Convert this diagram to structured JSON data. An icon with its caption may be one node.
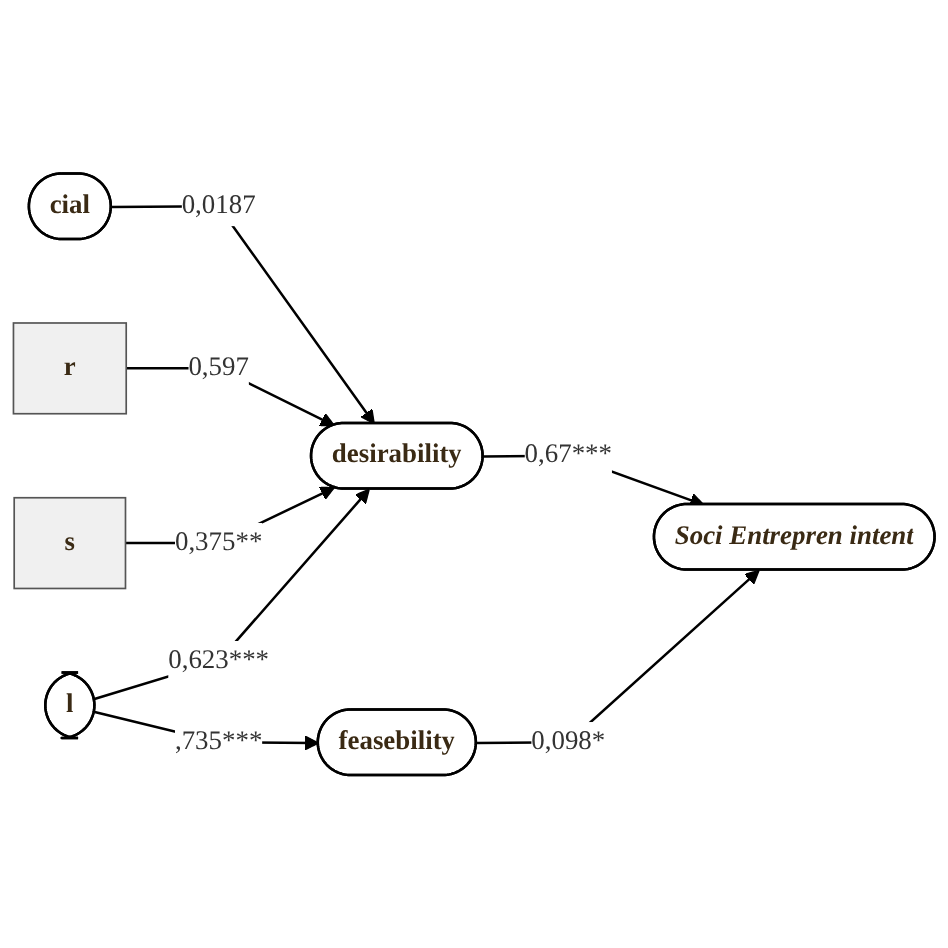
{
  "diagram": {
    "nodes": [
      {
        "text": [
          "cial"
        ]
      },
      {
        "text": [
          "r"
        ]
      },
      {
        "text": [
          "s"
        ]
      },
      {
        "text": [
          "l"
        ]
      },
      {
        "text": [
          "desirability"
        ]
      },
      {
        "text": [
          "feasebility"
        ]
      },
      {
        "text": [
          "Soci Entrepren intent"
        ]
      }
    ],
    "edges": [
      {
        "from": 0,
        "to": 4,
        "arrow": "to",
        "label": "0,0187"
      },
      {
        "from": 1,
        "to": 4,
        "arrow": "to",
        "label": "0,597"
      },
      {
        "from": 2,
        "to": 4,
        "arrow": "to",
        "label": "0,375**"
      },
      {
        "from": 3,
        "to": 4,
        "arrow": "to",
        "label": "0,623***"
      },
      {
        "from": 3,
        "to": 5,
        "arrow": "to",
        "label": ",735***"
      },
      {
        "from": 4,
        "to": 6,
        "arrow": "to",
        "label": "0,67***"
      },
      {
        "from": 5,
        "to": 6,
        "arrow": "to",
        "label": "0,098*"
      }
    ]
  }
}
